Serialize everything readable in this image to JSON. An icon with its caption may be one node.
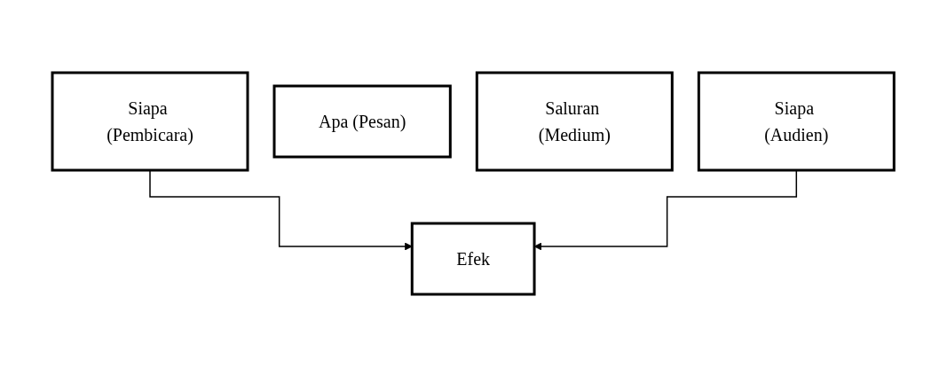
{
  "diagram": {
    "nodes": [
      {
        "text": [
          "Siapa (Pembicara)"
        ]
      },
      {
        "text": [
          "Apa (Pesan)"
        ]
      },
      {
        "text": [
          "Saluran (Medium)"
        ]
      },
      {
        "text": [
          "Siapa (Audien)"
        ]
      },
      {
        "text": [
          "Efek"
        ]
      }
    ],
    "edges": [
      {
        "from": 0,
        "to": 4,
        "arrow": "to"
      },
      {
        "from": 3,
        "to": 4,
        "arrow": "to"
      }
    ]
  }
}
